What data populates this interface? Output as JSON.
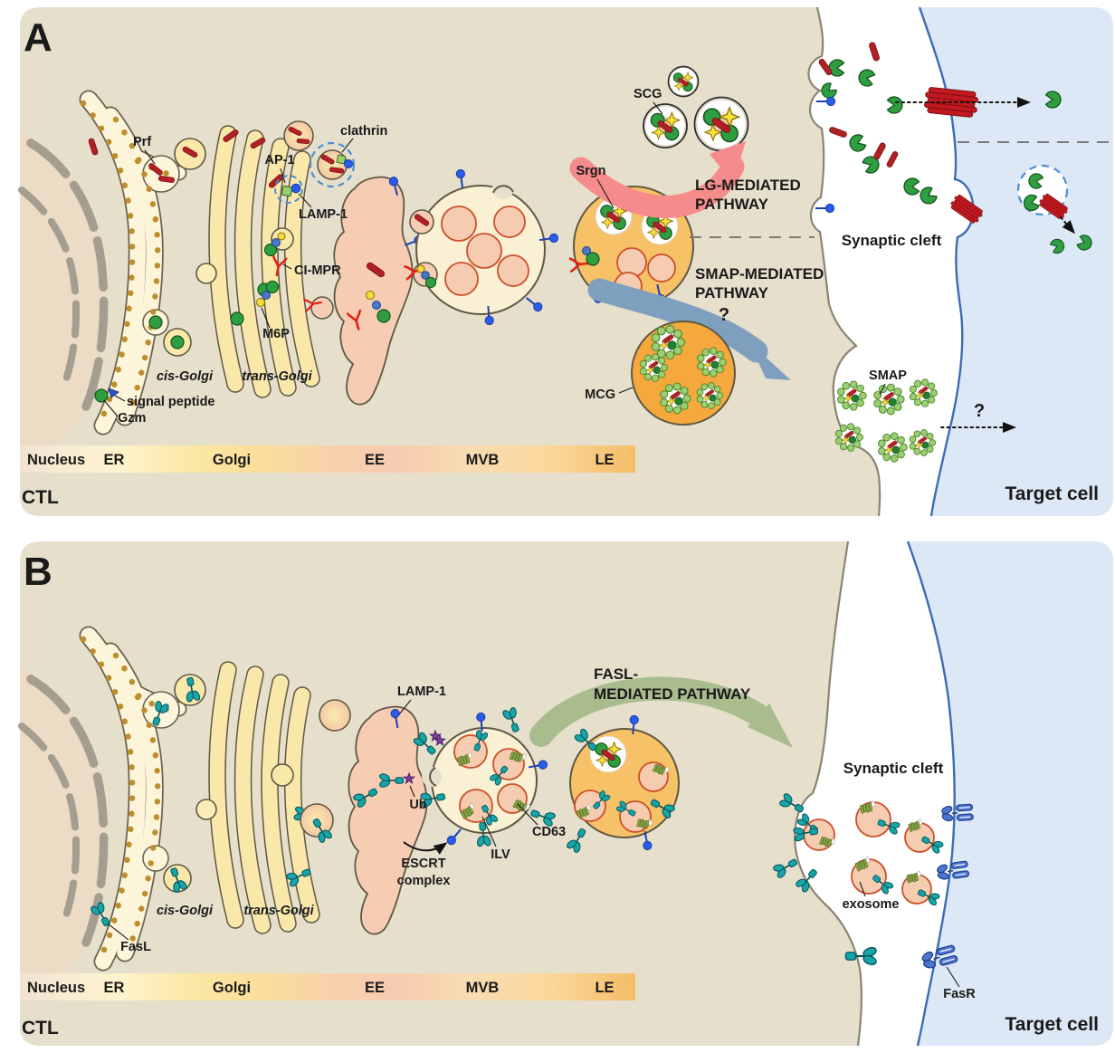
{
  "panels": {
    "a": {
      "letter": "A",
      "labels": {
        "prf": "Prf",
        "ap1": "AP-1",
        "lamp1": "LAMP-1",
        "clathrin": "clathrin",
        "cimpr": "CI-MPR",
        "m6p": "M6P",
        "cis_golgi": "cis-Golgi",
        "trans_golgi": "trans-Golgi",
        "signal_peptide": "signal peptide",
        "gzm": "Gzm",
        "scg": "SCG",
        "srgn": "Srgn",
        "mcg": "MCG",
        "smap": "SMAP",
        "lg_line1": "LG-MEDIATED",
        "lg_line2": "PATHWAY",
        "smap_line1": "SMAP-MEDIATED",
        "smap_line2": "PATHWAY",
        "question_smap": "?",
        "question_exit": "?",
        "synaptic_cleft": "Synaptic cleft",
        "target_cell": "Target cell",
        "ctl": "CTL"
      },
      "legend": [
        "Nucleus",
        "ER",
        "Golgi",
        "EE",
        "MVB",
        "LE"
      ]
    },
    "b": {
      "letter": "B",
      "labels": {
        "fasl": "FasL",
        "cis_golgi": "cis-Golgi",
        "trans_golgi": "trans-Golgi",
        "lamp1": "LAMP-1",
        "ub": "Ub",
        "escrt_line1": "ESCRT",
        "escrt_line2": "complex",
        "ilv": "ILV",
        "cd63": "CD63",
        "fasl_line1": "FASL-",
        "fasl_line2": "MEDIATED PATHWAY",
        "synaptic_cleft": "Synaptic cleft",
        "exosome": "exosome",
        "fasr": "FasR",
        "target_cell": "Target cell",
        "ctl": "CTL"
      },
      "legend": [
        "Nucleus",
        "ER",
        "Golgi",
        "EE",
        "MVB",
        "LE"
      ]
    }
  },
  "colors": {
    "ctl_bg": "#e5dfcb",
    "target_bg": "#dce8f5",
    "target_border": "#3c6cb4",
    "ctl_membrane": "#8a8474",
    "nucleus": "#ecdbc5",
    "nuclear_envelope": "#a49e90",
    "er": "#fdf5da",
    "golgi": "#fae8ab",
    "ee": "#f6ccb2",
    "mvb": "#faf0d4",
    "ilv": "#f6ccb1",
    "ilv_border": "#cc4f2a",
    "le": "#f7c167",
    "mcg": "#f5a93c",
    "granzyme": "#2f9e40",
    "perforin": "#b21f24",
    "star": "#f7e33c",
    "lamp1": "#2a5cf0",
    "cimpr": "#e02318",
    "beads": "#9ccf72",
    "lg_arrow": "#f58b8b",
    "smap_arrow": "#7f9fbf",
    "fasl_arrow": "#a9bc8d",
    "fasl": "#18a6a9",
    "fasr": "#4f76cf",
    "ub": "#7b3fa2",
    "ribosome": "#bf8d2b"
  }
}
